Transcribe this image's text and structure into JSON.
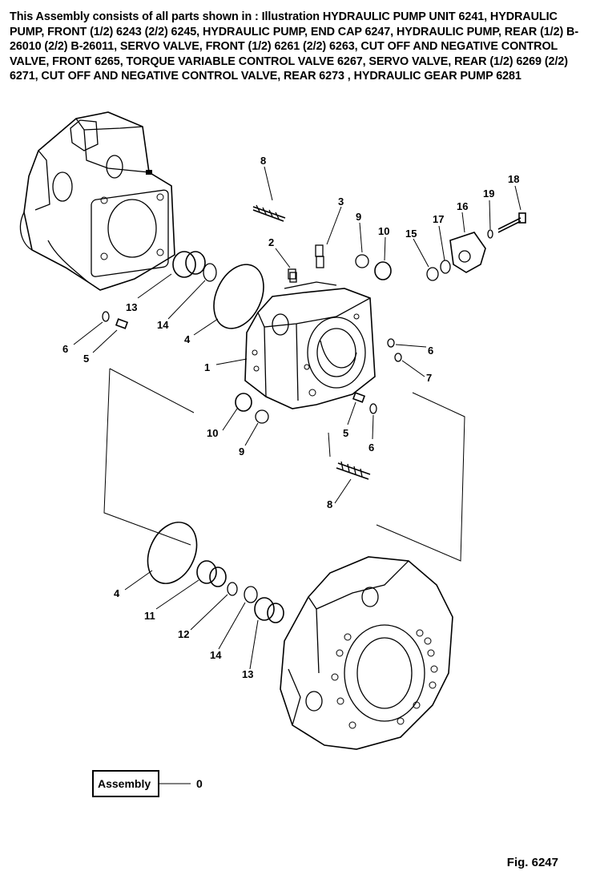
{
  "header": {
    "text": "This Assembly consists of all parts shown in : Illustration HYDRAULIC PUMP UNIT 6241, HYDRAULIC PUMP, FRONT (1/2) 6243  (2/2) 6245, HYDRAULIC PUMP, END CAP 6247, HYDRAULIC PUMP, REAR (1/2) B-26010 (2/2) B-26011, SERVO VALVE, FRONT (1/2) 6261 (2/2) 6263, CUT OFF AND NEGATIVE CONTROL VALVE, FRONT 6265, TORQUE VARIABLE CONTROL VALVE 6267, SERVO VALVE, REAR (1/2) 6269 (2/2) 6271, CUT OFF AND  NEGATIVE CONTROL VALVE, REAR 6273 , HYDRAULIC GEAR PUMP 6281"
  },
  "callouts": [
    {
      "id": "c8a",
      "label": "8"
    },
    {
      "id": "c3",
      "label": "3"
    },
    {
      "id": "c9a",
      "label": "9"
    },
    {
      "id": "c10a",
      "label": "10"
    },
    {
      "id": "c15",
      "label": "15"
    },
    {
      "id": "c17",
      "label": "17"
    },
    {
      "id": "c16",
      "label": "16"
    },
    {
      "id": "c19",
      "label": "19"
    },
    {
      "id": "c18",
      "label": "18"
    },
    {
      "id": "c2",
      "label": "2"
    },
    {
      "id": "c13a",
      "label": "13"
    },
    {
      "id": "c14a",
      "label": "14"
    },
    {
      "id": "c4a",
      "label": "4"
    },
    {
      "id": "c6a",
      "label": "6"
    },
    {
      "id": "c5a",
      "label": "5"
    },
    {
      "id": "c1",
      "label": "1"
    },
    {
      "id": "c6b",
      "label": "6"
    },
    {
      "id": "c7",
      "label": "7"
    },
    {
      "id": "c10b",
      "label": "10"
    },
    {
      "id": "c9b",
      "label": "9"
    },
    {
      "id": "c5b",
      "label": "5"
    },
    {
      "id": "c6c",
      "label": "6"
    },
    {
      "id": "c8b",
      "label": "8"
    },
    {
      "id": "c4b",
      "label": "4"
    },
    {
      "id": "c11",
      "label": "11"
    },
    {
      "id": "c12",
      "label": "12"
    },
    {
      "id": "c14b",
      "label": "14"
    },
    {
      "id": "c13b",
      "label": "13"
    }
  ],
  "assembly": {
    "label": "Assembly",
    "number": "0"
  },
  "figure": {
    "label": "Fig. 6247"
  }
}
